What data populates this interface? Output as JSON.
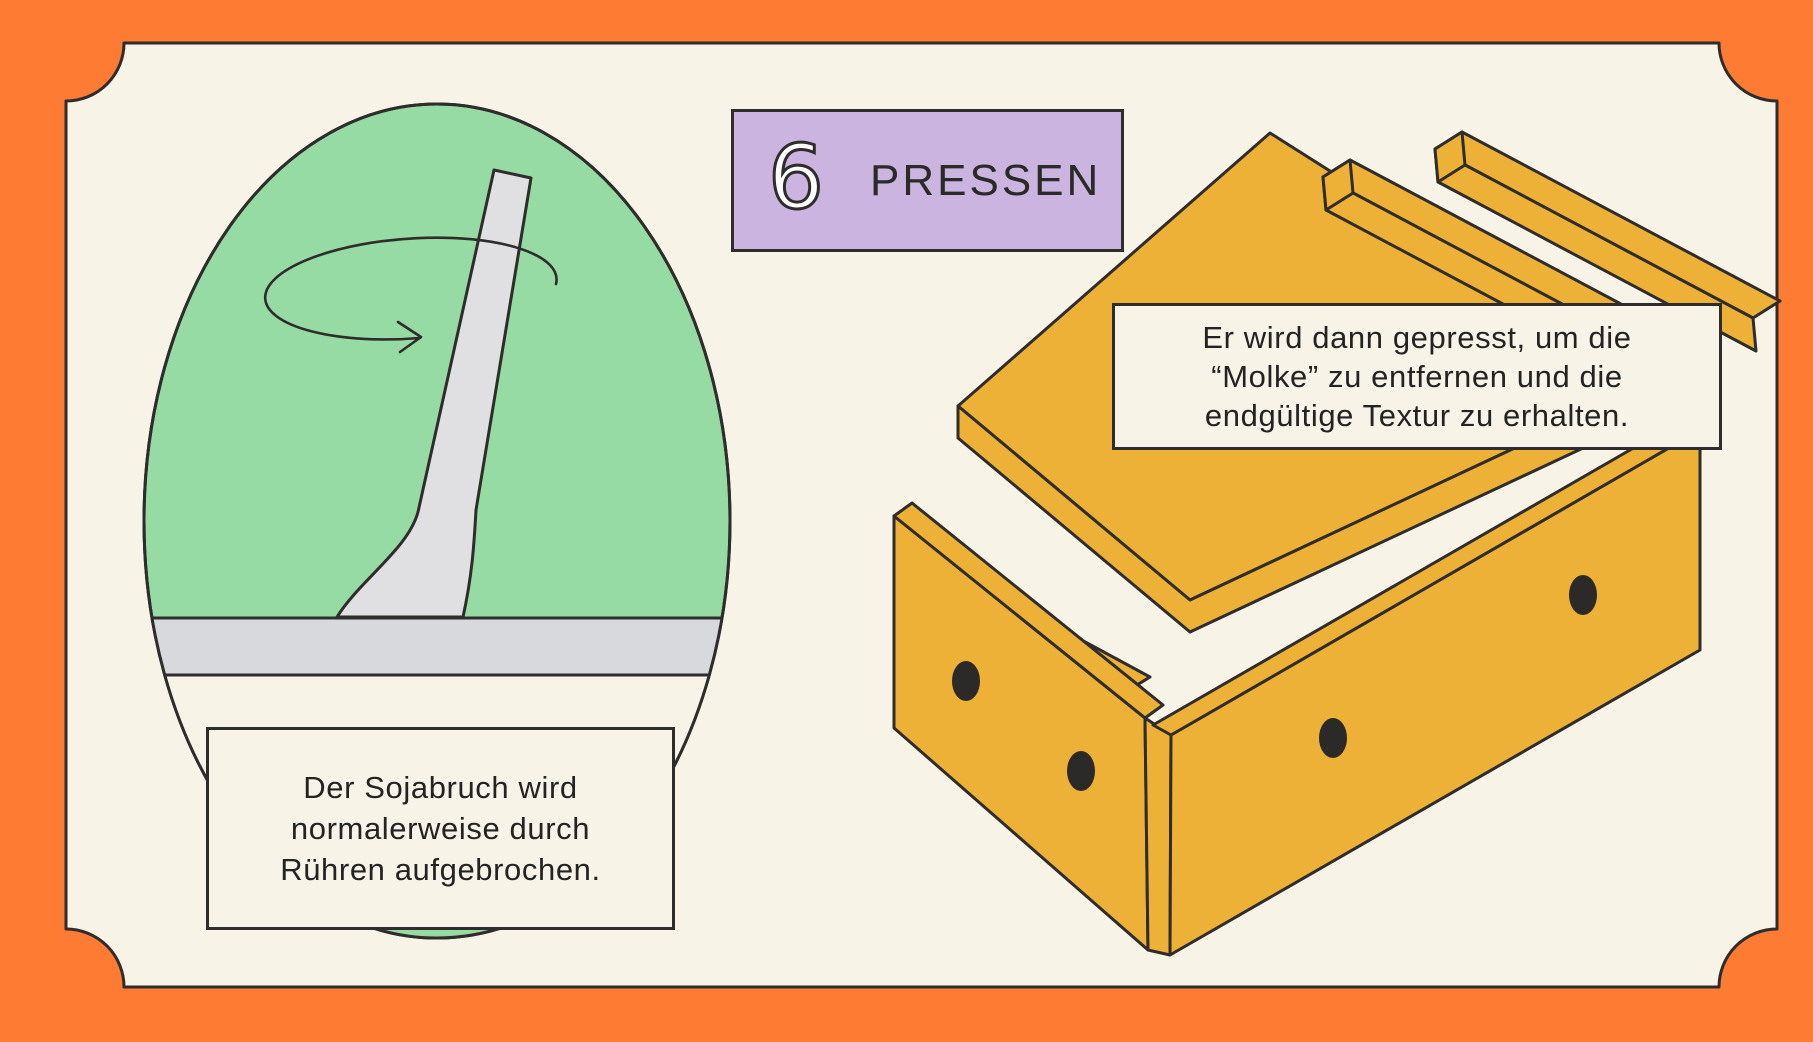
{
  "banner": {
    "step_number": "6",
    "step_title": "PRESSEN"
  },
  "captions": {
    "left": {
      "lines": [
        "Der Sojabruch wird",
        "normalerweise durch",
        "Rühren aufgebrochen."
      ]
    },
    "right": {
      "lines": [
        "Er wird dann gepresst, um die",
        "“Molke” zu entfernen und die",
        "endgültige Textur zu erhalten."
      ]
    }
  },
  "colors": {
    "orange": "#fd7b33",
    "card": "#f7f3e7",
    "outline": "#2e2d2b",
    "green": "#97dba4",
    "purple": "#cbb4e0",
    "wood": "#ecb136",
    "spoon_gray": "#e0e0e2",
    "band_gray": "#d8d9dc",
    "hole": "#2b2a28",
    "text": "#232323",
    "step_number_fill": "#ffffff"
  }
}
